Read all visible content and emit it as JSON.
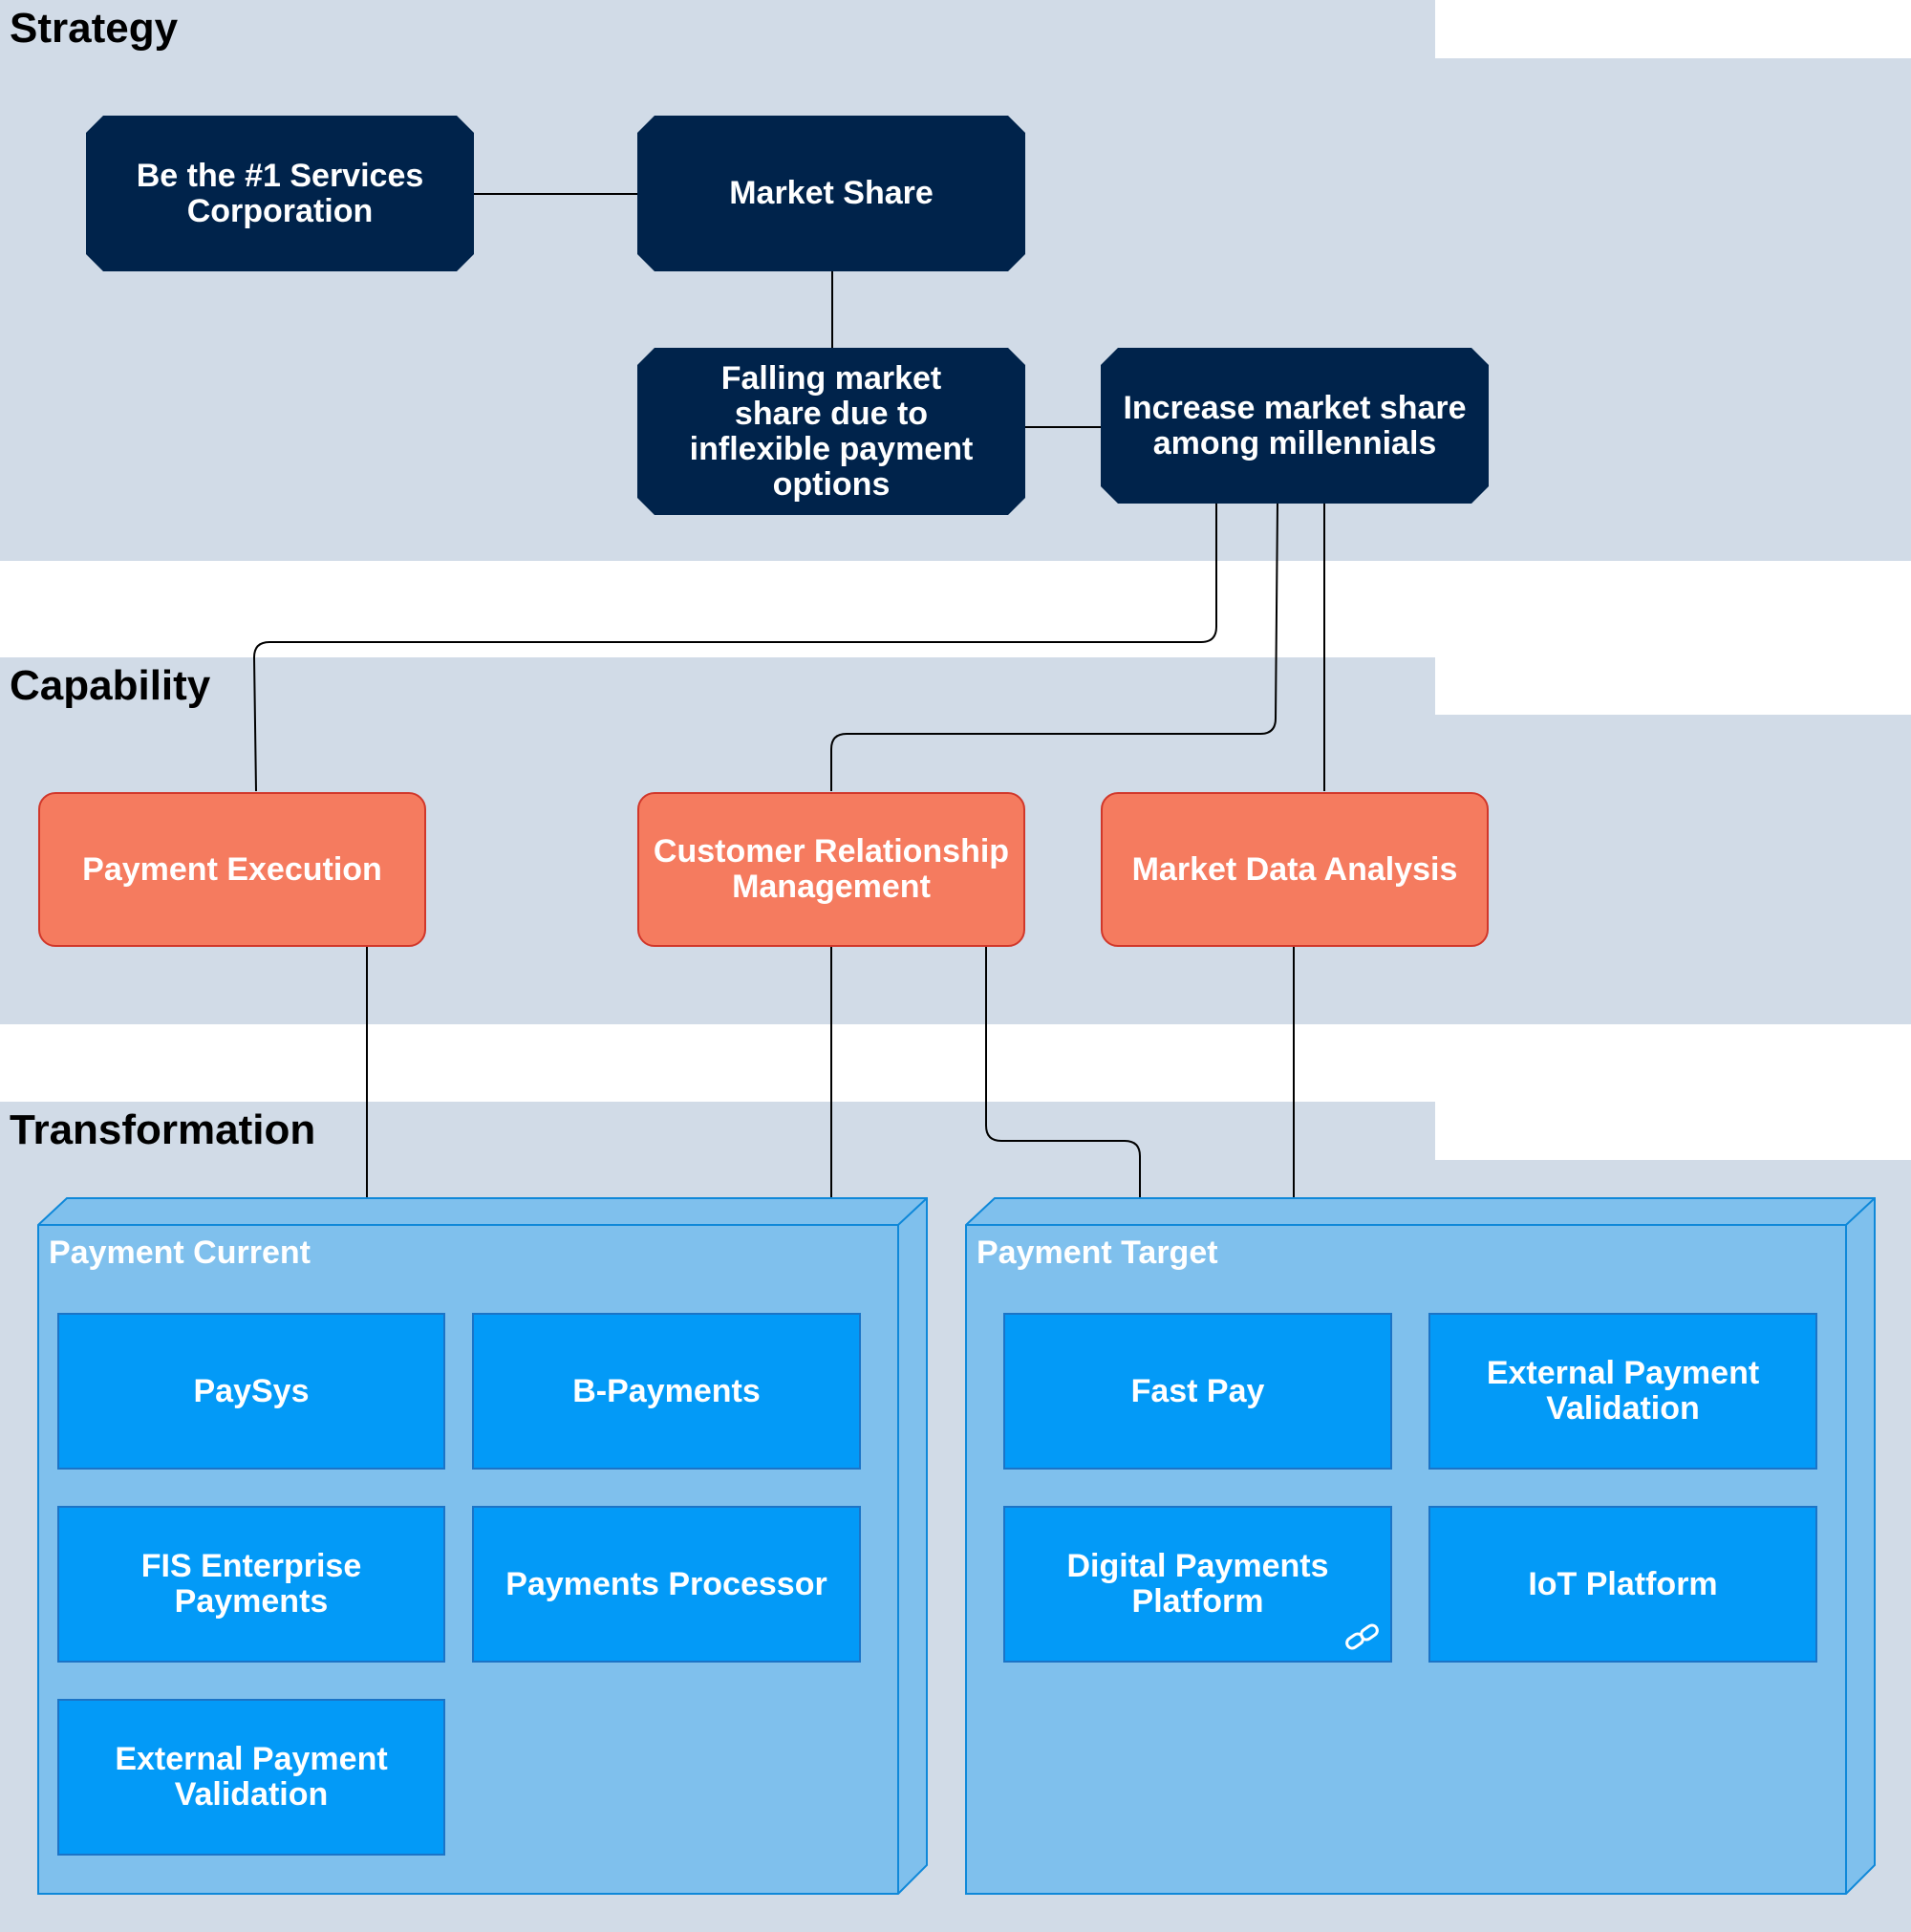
{
  "lanes": {
    "strategy": "Strategy",
    "capability": "Capability",
    "transformation": "Transformation"
  },
  "strategy_nodes": {
    "corporation": "Be the #1 Services Corporation",
    "market_share": "Market Share",
    "falling_share": "Falling market share due to inflexible payment options",
    "increase_share": "Increase market share among millennials"
  },
  "capabilities": {
    "payment_execution": "Payment Execution",
    "crm": "Customer Relationship Management",
    "market_data": "Market Data Analysis"
  },
  "payment_current": {
    "label": "Payment Current",
    "paysys": "PaySys",
    "bpayments": "B-Payments",
    "fis": "FIS Enterprise Payments",
    "processor": "Payments Processor",
    "ext_validation": "External Payment Validation"
  },
  "payment_target": {
    "label": "Payment Target",
    "fastpay": "Fast Pay",
    "ext_validation": "External Payment Validation",
    "digital": "Digital Payments Platform",
    "iot": "IoT Platform"
  },
  "icons": {
    "link": "link-icon"
  },
  "colors": {
    "band": "#d1dbe7",
    "strategy_node": "#00234b",
    "capability_fill": "#f57b5f",
    "capability_border": "#d1372a",
    "group_fill": "#7fc0ed",
    "group_border": "#0f88d9",
    "box_fill": "#039af7"
  }
}
